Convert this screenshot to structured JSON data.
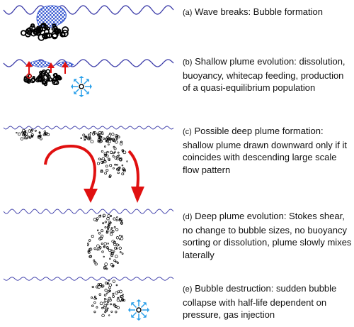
{
  "panels": [
    {
      "tag": "(a)",
      "text": "Wave breaks: Bubble formation"
    },
    {
      "tag": "(b)",
      "text": "Shallow plume evolution: dissolution, buoyancy, whitecap feeding, production of a quasi-equilibrium population"
    },
    {
      "tag": "(c)",
      "text": "Possible deep plume formation: shallow plume drawn downward only if it coincides with descending large scale flow pattern"
    },
    {
      "tag": "(d)",
      "text": "Deep plume evolution: Stokes shear, no change to bubble sizes, no buoyancy sorting or dissolution, plume slowly mixes laterally"
    },
    {
      "tag": "(e)",
      "text": "Bubble destruction: sudden bubble collapse with half-life dependent on pressure, gas injection"
    }
  ],
  "colors": {
    "wave": "#3a3aa8",
    "arrow": "#e01010",
    "burst": "#2aa0ea",
    "bubble": "#000000",
    "foam": "#3a5ad0"
  }
}
